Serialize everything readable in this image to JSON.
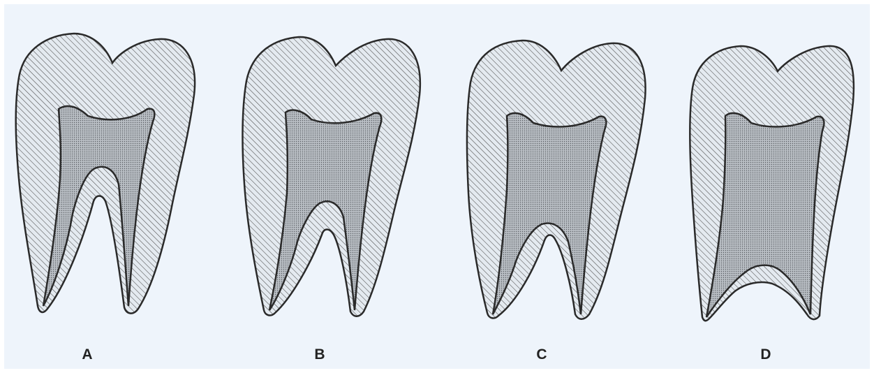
{
  "colors": {
    "background": "#eef4fb",
    "outline": "#2a2a2a",
    "hatch_fill": "#e4eaf0",
    "hatch_line": "#4a4a4a",
    "pulp_fill": "#b9bec4",
    "pulp_dots": "#5a5e63"
  },
  "teeth": [
    {
      "id": "tooth-a",
      "label": "A"
    },
    {
      "id": "tooth-b",
      "label": "B"
    },
    {
      "id": "tooth-c",
      "label": "C"
    },
    {
      "id": "tooth-d",
      "label": "D"
    }
  ]
}
